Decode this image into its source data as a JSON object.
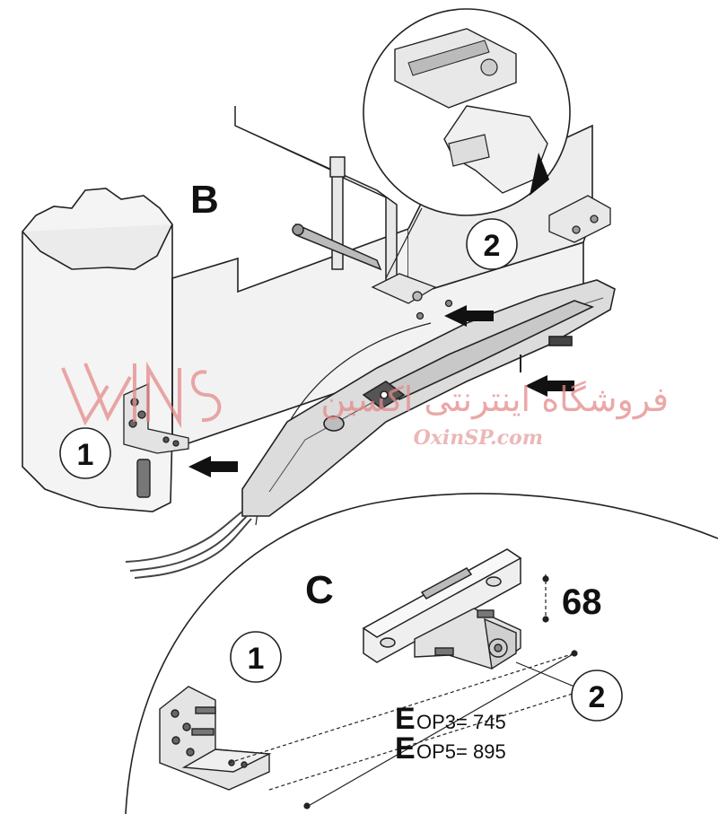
{
  "diagram": {
    "section_labels": {
      "b": "B",
      "c": "C"
    },
    "callouts": {
      "one": "1",
      "two": "2"
    },
    "dimension_height": "68",
    "dim_e_letter": "E",
    "dim_e_op3": "OP3= 745",
    "dim_e_op5": "OP5= 895"
  },
  "watermark": {
    "persian_text": "فروشگاه اینترنتی اکسین",
    "url_text": "OxinSP.com",
    "color": "#e58a8a"
  }
}
